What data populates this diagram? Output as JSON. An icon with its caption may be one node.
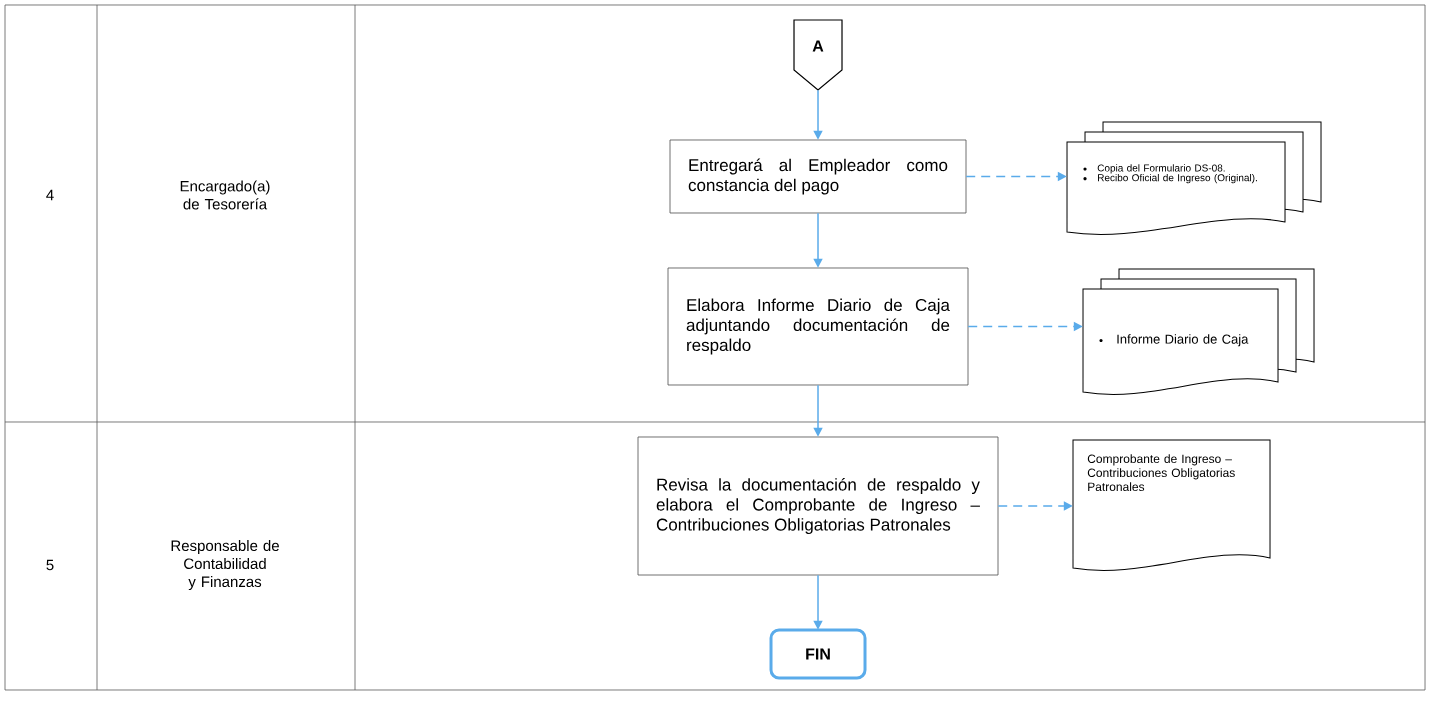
{
  "diagram": {
    "nodes": [
      {
        "text": [
          "A"
        ]
      },
      {
        "text": [
          "Entregará al Empleador como constancia del pago"
        ]
      },
      {
        "text": [
          "Copia del Formulario DS-08.",
          "Recibo Oficial de Ingreso (Original)."
        ]
      },
      {
        "text": [
          "Elabora Informe Diario de Caja adjuntando documentación de respaldo"
        ]
      },
      {
        "text": [
          "Informe Diario de Caja"
        ]
      },
      {
        "text": [
          "Revisa la documentación de respaldo y elabora el Comprobante de Ingreso – Contribuciones Obligatorias Patronales"
        ]
      },
      {
        "text": [
          "Comprobante de Ingreso – Contribuciones Obligatorias Patronales"
        ]
      },
      {
        "text": [
          "FIN"
        ]
      }
    ],
    "edges": [
      {
        "from": 0,
        "to": 1,
        "arrow": "to"
      },
      {
        "from": 1,
        "to": 2,
        "arrow": "to",
        "style": "dashed"
      },
      {
        "from": 1,
        "to": 3,
        "arrow": "to"
      },
      {
        "from": 3,
        "to": 4,
        "arrow": "to",
        "style": "dashed"
      },
      {
        "from": 3,
        "to": 5,
        "arrow": "to"
      },
      {
        "from": 5,
        "to": 6,
        "arrow": "to",
        "style": "dashed"
      },
      {
        "from": 5,
        "to": 7,
        "arrow": "to"
      }
    ],
    "labels": [
      "4",
      "Encargado(a) de Tesorería",
      "5",
      "Responsable de Contabilidad y Finanzas"
    ]
  }
}
